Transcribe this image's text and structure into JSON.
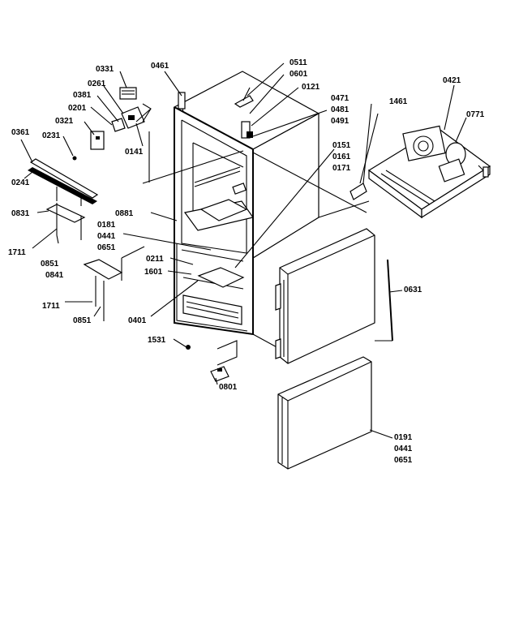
{
  "labels": {
    "l0461_top": "0461",
    "l0511": "0511",
    "l0601_top": "0601",
    "l0121": "0121",
    "l0471": "0471",
    "l0481": "0481",
    "l0491": "0491",
    "l1461": "1461",
    "l0421": "0421",
    "l0771": "0771",
    "l0331": "0331",
    "l0261": "0261",
    "l0381": "0381",
    "l0201": "0201",
    "l0321": "0321",
    "l0231": "0231",
    "l0141": "0141",
    "l0361": "0361",
    "l0241": "0241",
    "l0831": "0831",
    "l1711a": "1711",
    "l0851a": "0851",
    "l0841": "0841",
    "l1711b": "1711",
    "l0851b": "0851",
    "l0881": "0881",
    "l0181": "0181",
    "l0441a": "0441",
    "l0651a": "0651",
    "l0211": "0211",
    "l1601": "1601",
    "l0401": "0401",
    "l1531": "1531",
    "l0801": "0801",
    "l0151": "0151",
    "l0161": "0161",
    "l0171": "0171",
    "l0631": "0631",
    "l0191": "0191",
    "l0441b": "0441",
    "l0651b": "0651"
  }
}
